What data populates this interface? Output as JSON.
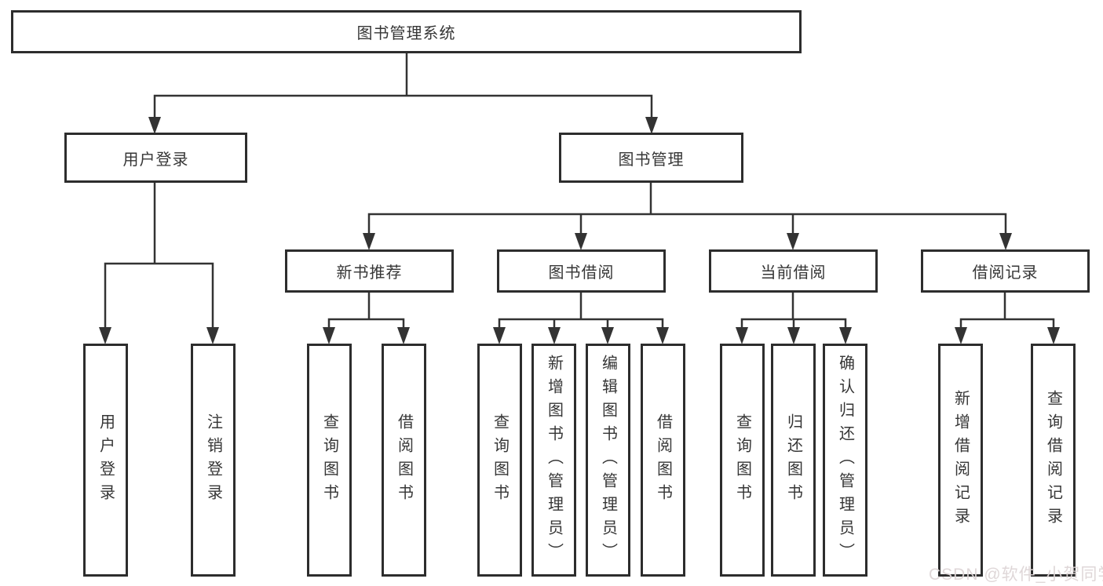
{
  "diagram": {
    "root": {
      "label": "图书管理系统"
    },
    "branches": [
      {
        "label": "用户登录",
        "children": [
          {
            "label": "用户登录"
          },
          {
            "label": "注销登录"
          }
        ]
      },
      {
        "label": "图书管理",
        "children": [
          {
            "label": "新书推荐",
            "children": [
              {
                "label": "查询图书"
              },
              {
                "label": "借阅图书"
              }
            ]
          },
          {
            "label": "图书借阅",
            "children": [
              {
                "label": "查询图书"
              },
              {
                "label": "新增图书（管理员）"
              },
              {
                "label": "编辑图书（管理员）"
              },
              {
                "label": "借阅图书"
              }
            ]
          },
          {
            "label": "当前借阅",
            "children": [
              {
                "label": "查询图书"
              },
              {
                "label": "归还图书"
              },
              {
                "label": "确认归还（管理员）"
              }
            ]
          },
          {
            "label": "借阅记录",
            "children": [
              {
                "label": "新增借阅记录"
              },
              {
                "label": "查询借阅记录"
              }
            ]
          }
        ]
      }
    ]
  },
  "watermark": {
    "text": "CSDN @软件_小贺同学"
  },
  "colors": {
    "line": "#333333",
    "box_border": "#2d2d2d",
    "text": "#363636",
    "background": "#ffffff",
    "watermark": "#ddd5d6"
  }
}
